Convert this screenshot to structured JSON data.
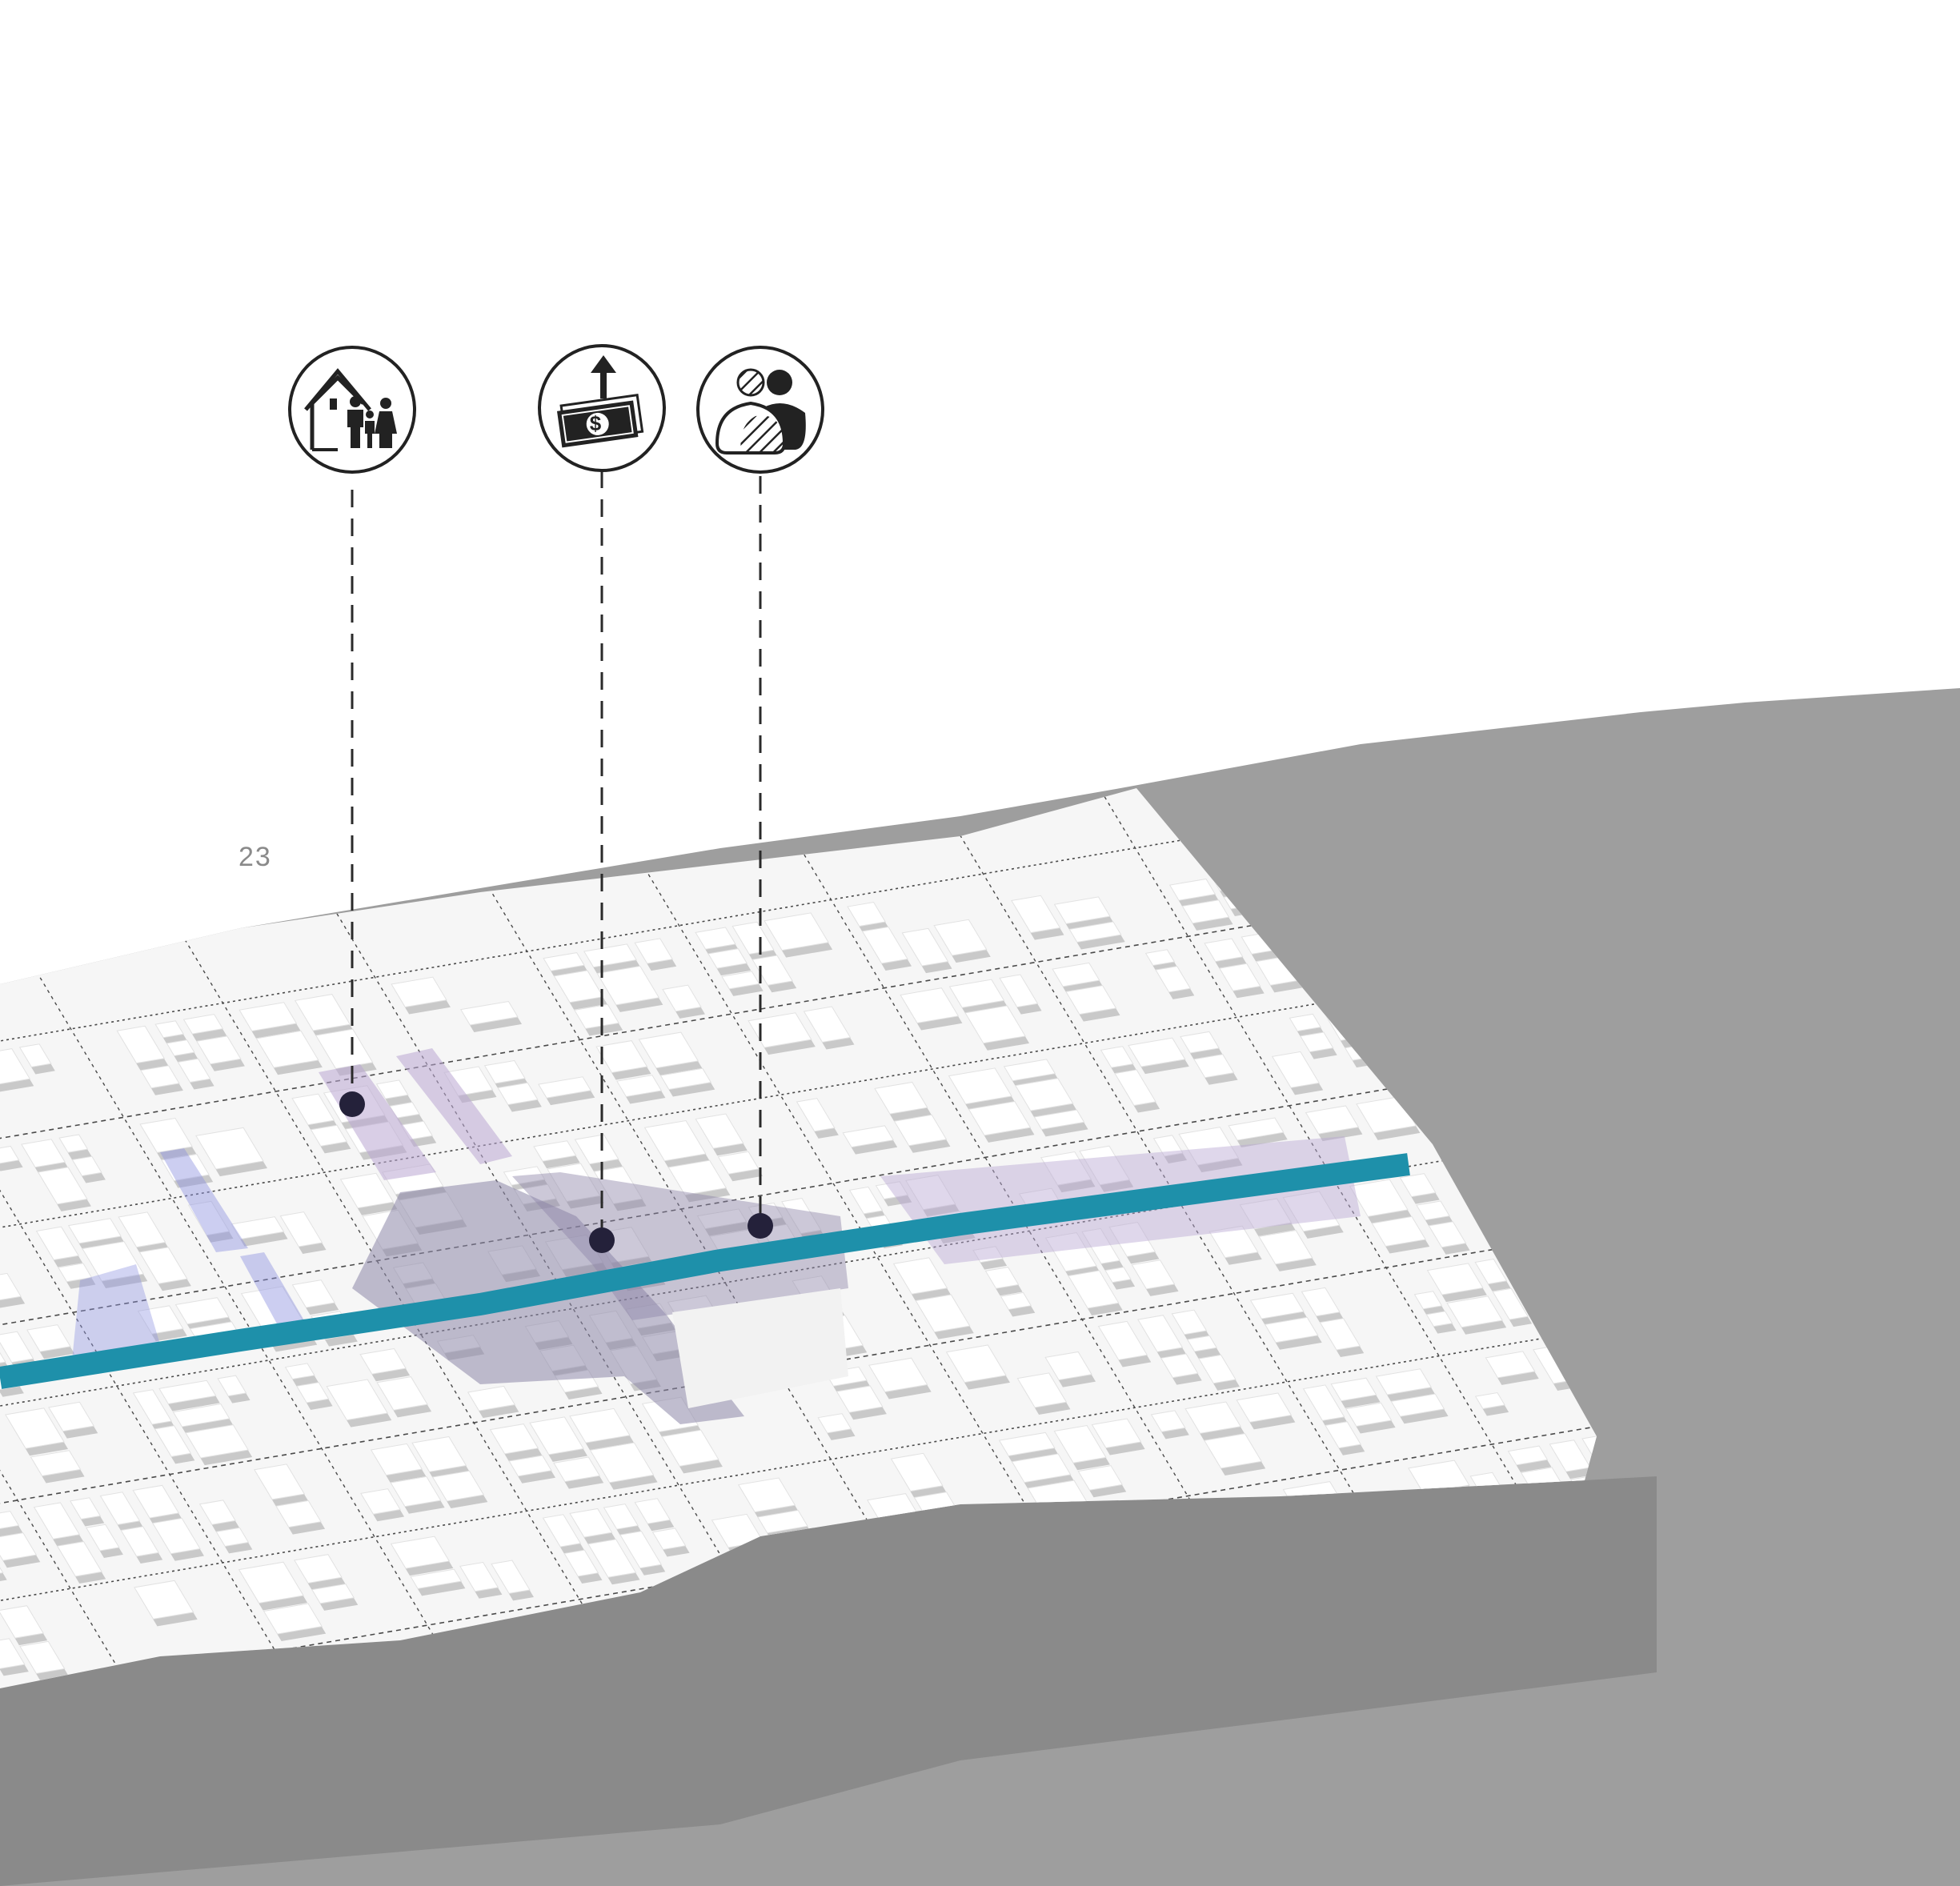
{
  "page": {
    "number": "23"
  },
  "colors": {
    "background": "#ffffff",
    "ground": "#9e9e9e",
    "ground_shadow": "#6e6e6e",
    "map_surface": "#f6f6f6",
    "building": "#ffffff",
    "building_shadow": "#c9c9c9",
    "street_line": "#4a4a4a",
    "transit_line": "#1e90aa",
    "highlight_lavender": "#b9a6d2",
    "highlight_blue": "#8f93e0",
    "highlight_gray": "#8d86a8",
    "marker": "#24213a",
    "icon_stroke": "#222222"
  },
  "legend_icons": [
    {
      "name": "family-housing-icon",
      "meaning": "housing"
    },
    {
      "name": "rising-money-icon",
      "meaning": "investment"
    },
    {
      "name": "community-people-icon",
      "meaning": "community"
    }
  ]
}
